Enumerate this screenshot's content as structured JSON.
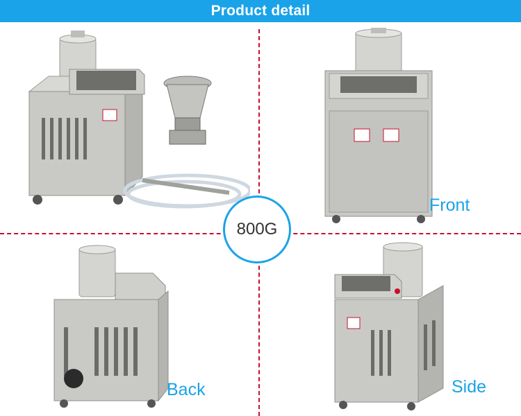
{
  "header": {
    "title": "Product detail"
  },
  "badge": {
    "text": "800G"
  },
  "views": {
    "front_label": "Front",
    "back_label": "Back",
    "side_label": "Side"
  },
  "colors": {
    "header_bg": "#1aa3e8",
    "divider": "#c8102e",
    "label": "#1aa3e8",
    "machine_body": "#c9cac6",
    "machine_dark": "#8e8f8b"
  }
}
